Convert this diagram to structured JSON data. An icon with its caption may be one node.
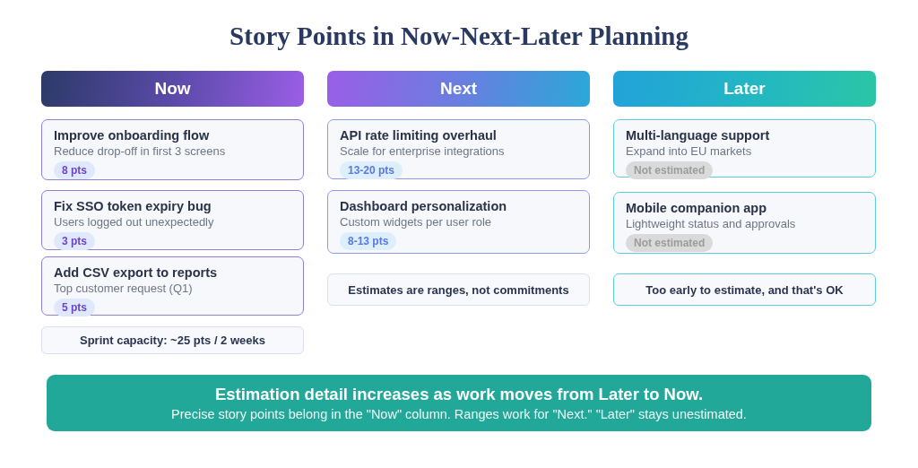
{
  "diagram": {
    "title": "Story Points in Now-Next-Later Planning",
    "nodes": [
      {
        "text": [
          "Now"
        ]
      },
      {
        "text": [
          "Improve onboarding flow",
          "Reduce drop-off in first 3 screens",
          "8 pts"
        ]
      },
      {
        "text": [
          "Fix SSO token expiry bug",
          "Users logged out unexpectedly",
          "3 pts"
        ]
      },
      {
        "text": [
          "Add CSV export to reports",
          "Top customer request (Q1)",
          "5 pts"
        ]
      },
      {
        "text": [
          "Sprint capacity: ~25 pts / 2 weeks"
        ]
      },
      {
        "text": [
          "Next"
        ]
      },
      {
        "text": [
          "API rate limiting overhaul",
          "Scale for enterprise integrations",
          "13-20 pts"
        ]
      },
      {
        "text": [
          "Dashboard personalization",
          "Custom widgets per user role",
          "8-13 pts"
        ]
      },
      {
        "text": [
          "Estimates are ranges, not commitments"
        ]
      },
      {
        "text": [
          "Later"
        ]
      },
      {
        "text": [
          "Multi-language support",
          "Expand into EU markets",
          "Not estimated"
        ]
      },
      {
        "text": [
          "Mobile companion app",
          "Lightweight status and approvals",
          "Not estimated"
        ]
      },
      {
        "text": [
          "Too early to estimate, and that's OK"
        ]
      },
      {
        "text": [
          "Estimation detail increases as work moves from Later to Now.",
          "Precise story points belong in the \"Now\" column. Ranges work for \"Next.\" \"Later\" stays unestimated."
        ]
      }
    ]
  }
}
